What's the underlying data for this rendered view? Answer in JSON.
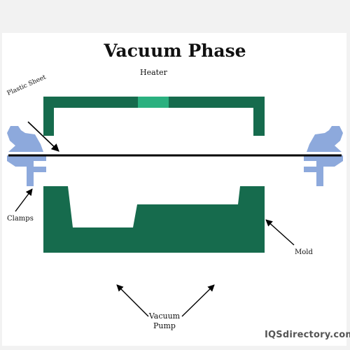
{
  "title": "Vacuum Phase",
  "labels": {
    "heater": "Heater",
    "plastic_sheet": "Plastic Sheet",
    "clamps": "Clamps",
    "mold": "Mold",
    "vacuum_pump": "Vacuum Pump"
  },
  "logo": "IQSdirectory.com",
  "colors": {
    "background": "#f2f2f2",
    "panel": "#ffffff",
    "heater_green": "#166b4d",
    "heater_element": "#2bb07f",
    "mold_green": "#166b4d",
    "clamp_blue": "#8da9dc",
    "sheet": "#000000"
  }
}
